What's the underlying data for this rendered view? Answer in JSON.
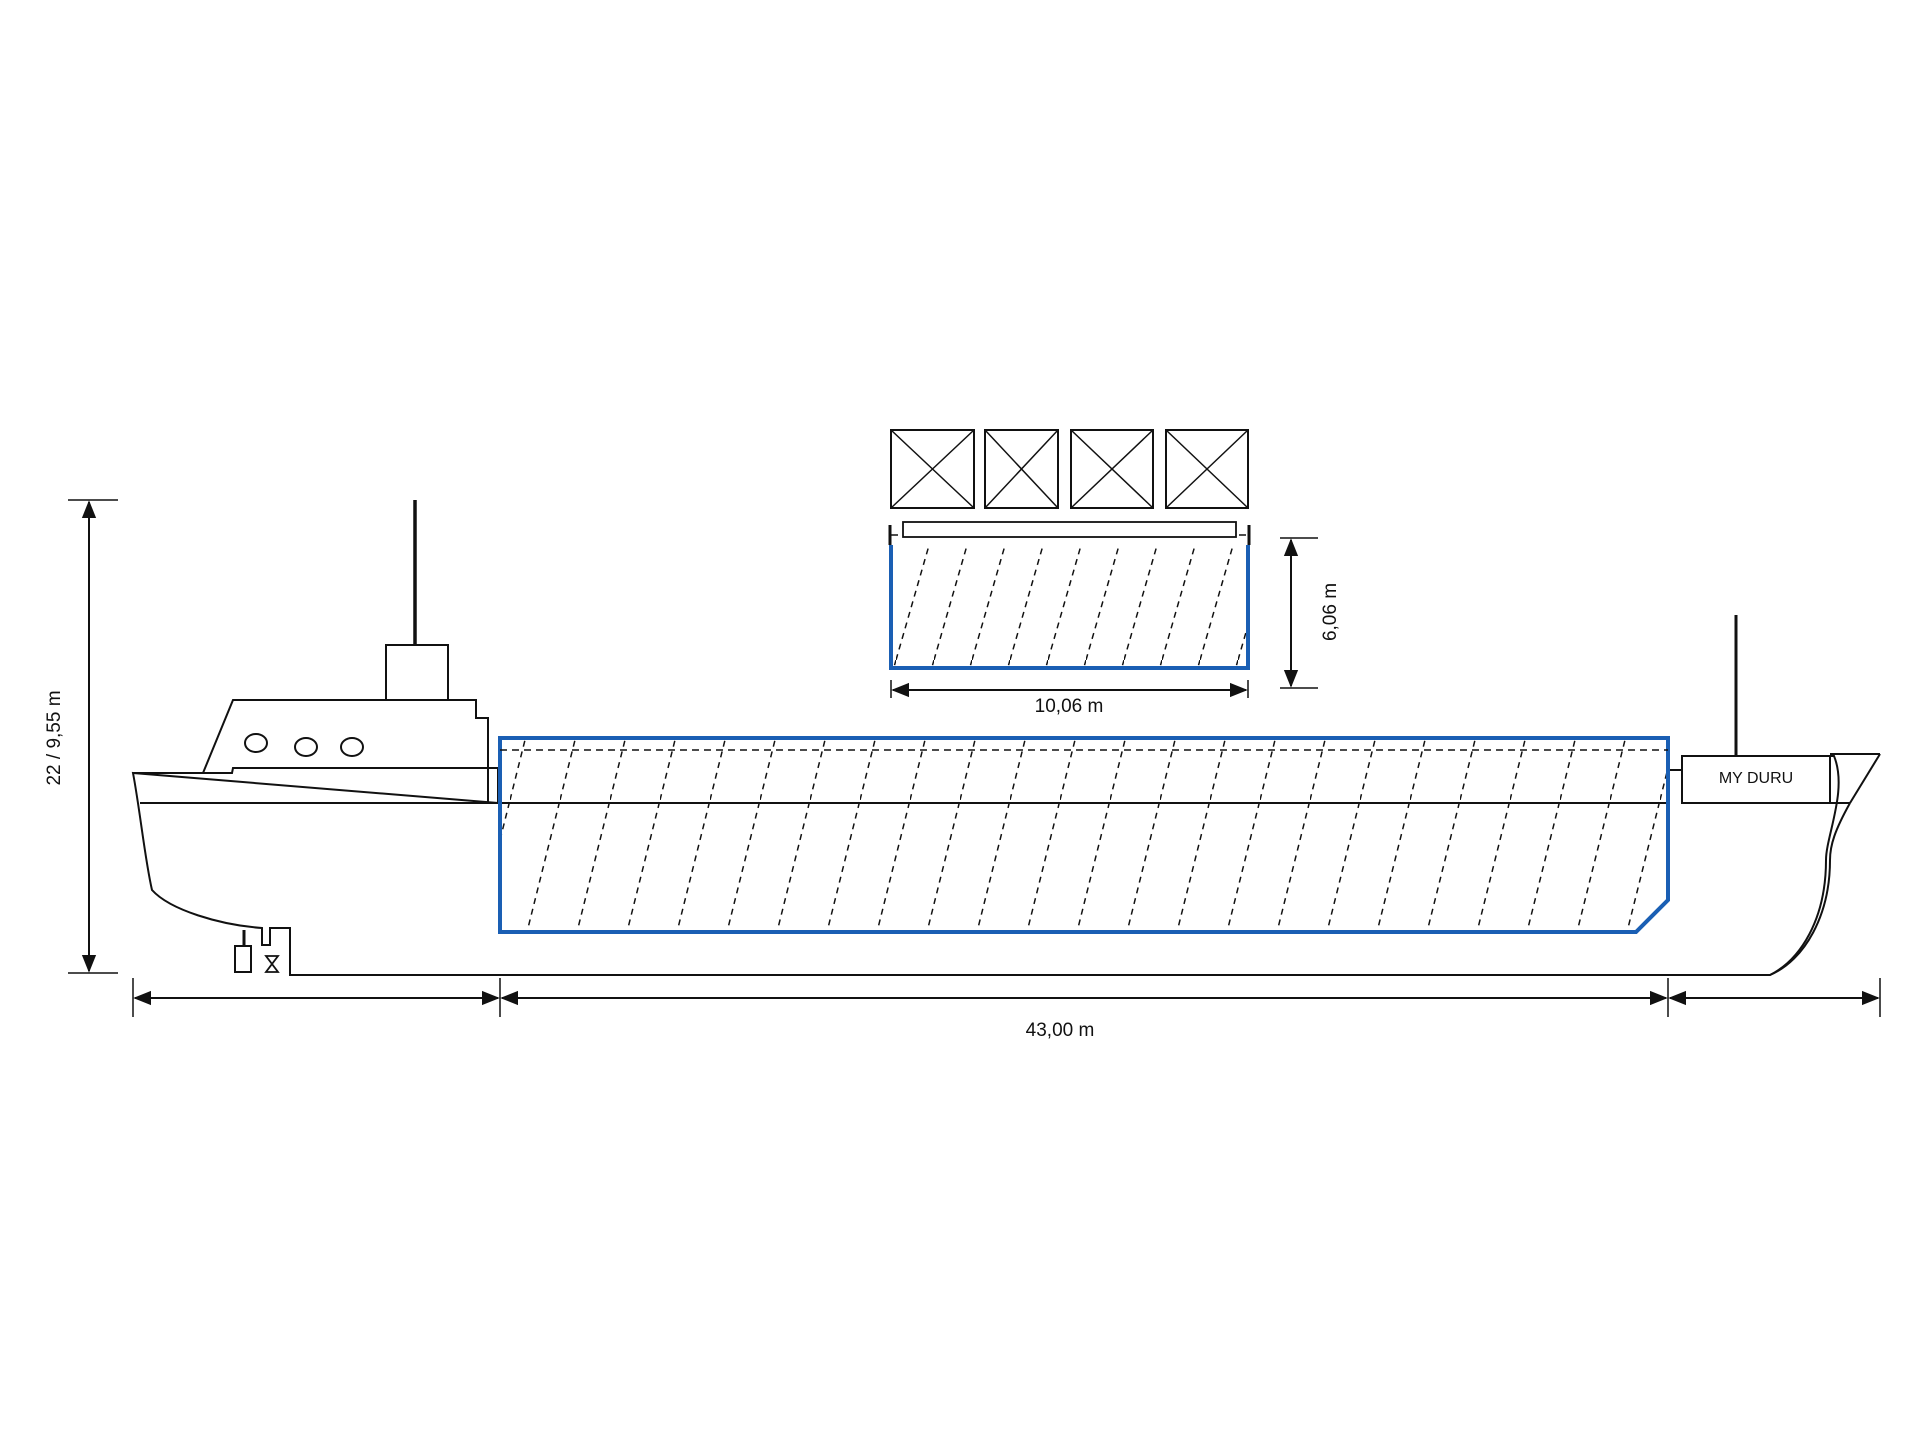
{
  "dimensions": {
    "height": "22 / 9,55 m",
    "hold_length": "43,00 m",
    "hatch_width": "10,06 m",
    "hatch_depth": "6,06 m"
  },
  "ship": {
    "name": "MY DURU"
  },
  "containers_on_hatch": 4,
  "colors": {
    "outline": "#111111",
    "cargo_hold": "#1a5fb4",
    "background": "#ffffff"
  }
}
